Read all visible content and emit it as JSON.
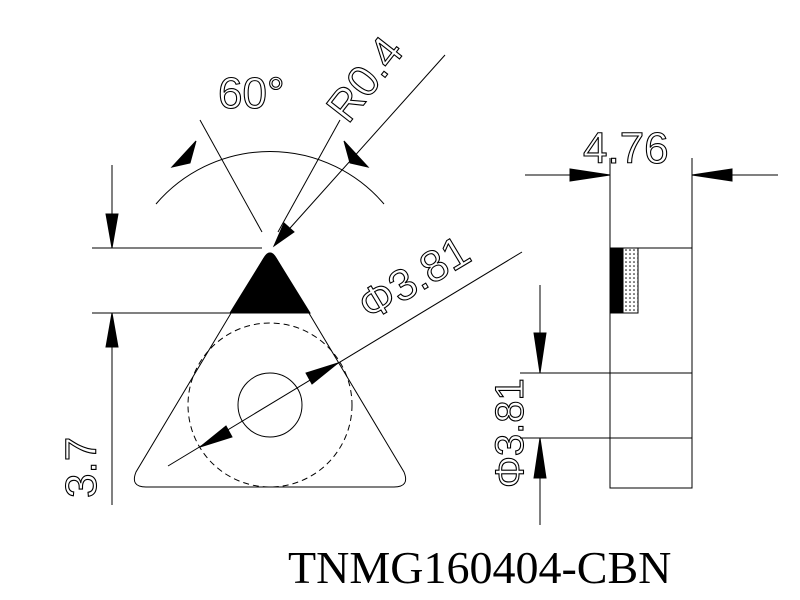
{
  "part_code": "TNMG160404-CBN",
  "dimensions": {
    "angle": "60°",
    "radius": "R0.4",
    "hole_diameter": "Φ3.81",
    "thickness": "4.76",
    "tip_length": "3.7",
    "side_hole_diameter": "Φ3.81"
  }
}
